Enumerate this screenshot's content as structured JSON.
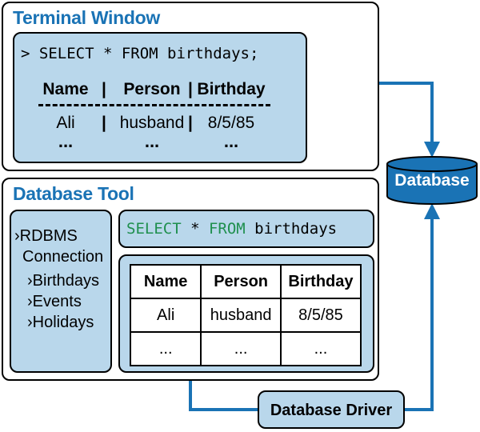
{
  "terminal": {
    "title": "Terminal Window",
    "command": "> SELECT * FROM birthdays;",
    "headers": [
      "Name",
      "Person",
      "Birthday"
    ],
    "separator": "|",
    "row": [
      "Ali",
      "husband",
      "8/5/85"
    ],
    "ellipsis": [
      "...",
      "...",
      "..."
    ]
  },
  "database": {
    "label": "Database"
  },
  "tool": {
    "title": "Database Tool",
    "nav_arrow": "›",
    "nav_root": [
      "RDBMS",
      "Connection"
    ],
    "nav_items": [
      "Birthdays",
      "Events",
      "Holidays"
    ],
    "query": {
      "kw1": "SELECT",
      "star": " * ",
      "kw2": "FROM",
      "table": " birthdays"
    },
    "result": {
      "headers": [
        "Name",
        "Person",
        "Birthday"
      ],
      "row": [
        "Ali",
        "husband",
        "8/5/85"
      ],
      "ellipsis": [
        "...",
        "...",
        "..."
      ]
    }
  },
  "driver": {
    "label": "Database Driver"
  },
  "colors": {
    "panel": "#b9d7eb",
    "accent": "#1a73b5",
    "keyword": "#1f8f4e"
  }
}
